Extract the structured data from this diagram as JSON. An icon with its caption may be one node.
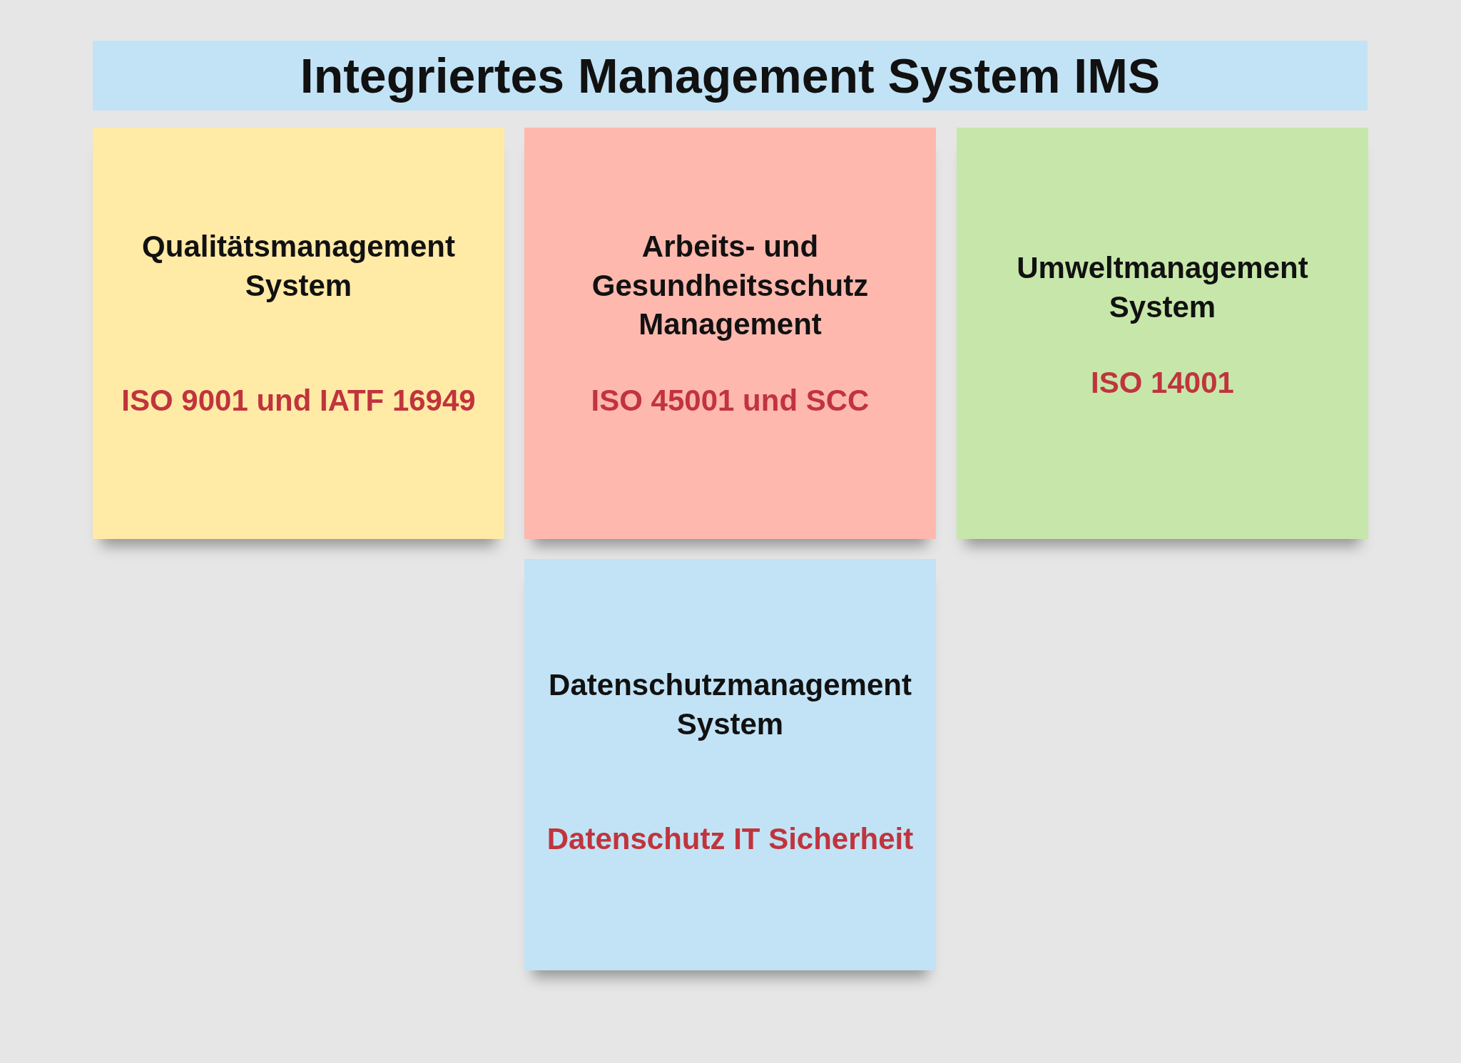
{
  "diagram": {
    "nodes": [
      {
        "text": [
          "Integriertes Management System IMS"
        ]
      },
      {
        "text": [
          "Qualitätsmanagement System",
          "ISO 9001 und IATF 16949"
        ]
      },
      {
        "text": [
          "Arbeits- und Gesundheitsschutz Management",
          "ISO 45001 und SCC"
        ]
      },
      {
        "text": [
          "Umweltmanagement System",
          "ISO 14001"
        ]
      },
      {
        "text": [
          "Datenschutzmanagement System",
          "Datenschutz IT Sicherheit"
        ]
      }
    ],
    "edges": []
  }
}
